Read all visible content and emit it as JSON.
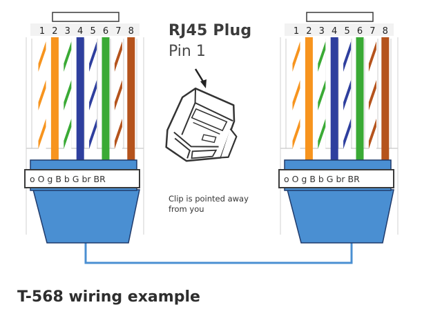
{
  "title": "RJ45 Plug",
  "subtitle": "Pin 1",
  "note": "Clip is pointed away\nfrom you",
  "caption": "T-568 wiring example",
  "connectors": [
    {
      "pin_numbers": [
        "1",
        "2",
        "3",
        "4",
        "5",
        "6",
        "7",
        "8"
      ],
      "label": "o O g B b G br BR"
    },
    {
      "pin_numbers": [
        "1",
        "2",
        "3",
        "4",
        "5",
        "6",
        "7",
        "8"
      ],
      "label": "o O g B b G br BR"
    }
  ],
  "wires": [
    {
      "pin": "1",
      "color": "#f7941e",
      "striped": true
    },
    {
      "pin": "2",
      "color": "#f7941e",
      "striped": false
    },
    {
      "pin": "3",
      "color": "#3aaa35",
      "striped": true
    },
    {
      "pin": "4",
      "color": "#2e3f9e",
      "striped": false
    },
    {
      "pin": "5",
      "color": "#2e3f9e",
      "striped": true
    },
    {
      "pin": "6",
      "color": "#3aaa35",
      "striped": false
    },
    {
      "pin": "7",
      "color": "#b5531c",
      "striped": true
    },
    {
      "pin": "8",
      "color": "#b5531c",
      "striped": false
    }
  ],
  "colors": {
    "jacket": "#4a8fd2",
    "jacket_outline": "#1f3a6b",
    "cable": "#4a8fd2",
    "plug_body": "#ffffff",
    "outline": "#3a3a3a",
    "label_text": "#333333"
  }
}
